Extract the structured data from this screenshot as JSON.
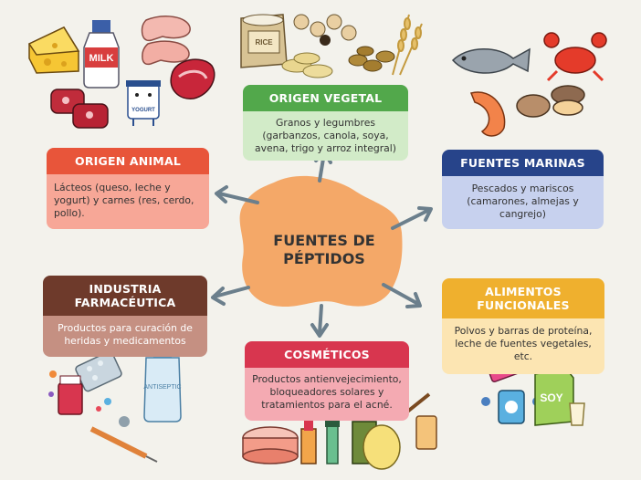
{
  "center": {
    "line1": "FUENTES DE",
    "line2": "PÉPTIDOS"
  },
  "nodes": {
    "vegetal": {
      "title": "ORIGEN VEGETAL",
      "text": "Granos y legumbres (garbanzos, canola, soya, avena, trigo y arroz integral)"
    },
    "animal": {
      "title": "ORIGEN ANIMAL",
      "text": "Lácteos (queso, leche y yogurt) y carnes (res, cerdo, pollo)."
    },
    "marinas": {
      "title": "FUENTES MARINAS",
      "text": "Pescados y mariscos (camarones, almejas y cangrejo)"
    },
    "farmaceutica": {
      "title": "INDUSTRIA FARMACÉUTICA",
      "text": "Productos para curación de heridas y medicamentos"
    },
    "funcionales": {
      "title": "ALIMENTOS FUNCIONALES",
      "text": "Polvos y barras de proteína, leche de fuentes vegetales, etc."
    },
    "cosmeticos": {
      "title": "COSMÉTICOS",
      "text": "Productos antienvejecimiento, bloqueadores solares y tratamientos para el acné."
    }
  },
  "labels": {
    "milk": "MILK",
    "yogurt": "YOGURT",
    "rice": "RICE",
    "soy": "SOY",
    "antiseptic": "ANTISEPTIC"
  },
  "colors": {
    "vegetal": "#52a84b",
    "vegetal_body": "#d2ebc8",
    "animal": "#e8553a",
    "animal_body": "#f7a797",
    "marinas": "#27448a",
    "marinas_body": "#c7d1ee",
    "farmaceutica": "#6e3a2b",
    "farmaceutica_body": "#c59082",
    "funcionales": "#efb02e",
    "funcionales_body": "#fce5b2",
    "cosmeticos": "#d8364f",
    "cosmeticos_body": "#f4aab2",
    "blob": "#f4a868",
    "arrow": "#6b7f8c"
  }
}
